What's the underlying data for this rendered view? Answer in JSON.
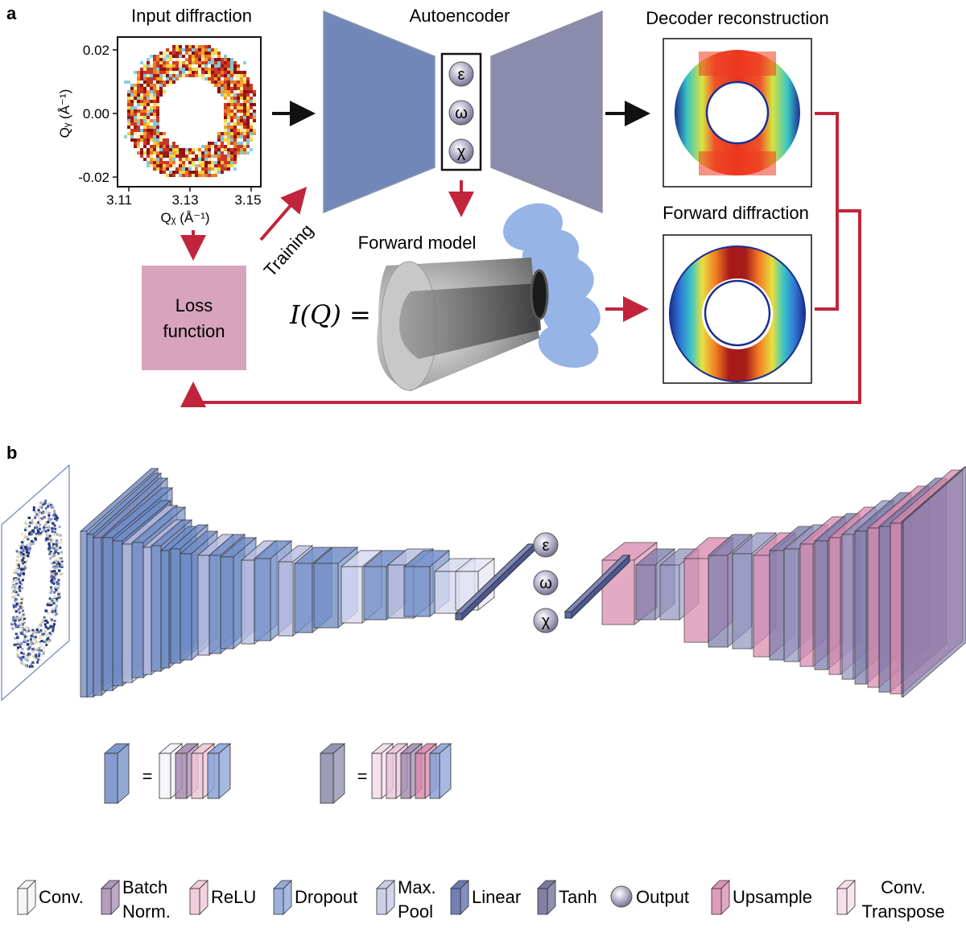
{
  "panel_a": {
    "label": "a",
    "input_title": "Input diffraction",
    "y_ticks": [
      "0.02",
      "0.00",
      "-0.02"
    ],
    "x_ticks": [
      "3.11",
      "3.13",
      "3.15"
    ],
    "y_axis_label": "Qᵧ (Å⁻¹)",
    "x_axis_label": "Qᵪ (Å⁻¹)",
    "autoencoder_title": "Autoencoder",
    "latent_symbols": [
      "ε",
      "ω",
      "χ"
    ],
    "decoder_title": "Decoder reconstruction",
    "forward_diffraction_title": "Forward diffraction",
    "forward_model_title": "Forward model",
    "loss_label_line1": "Loss",
    "loss_label_line2": "function",
    "training_label": "Training",
    "equation_lhs": "I(Q) =",
    "colors": {
      "arrow_red": "#c1253b",
      "encoder": "#7187b9",
      "decoder": "#8b8bab",
      "loss_box": "#d8a3bd"
    }
  },
  "panel_b": {
    "label": "b",
    "latent_symbols": [
      "ε",
      "ω",
      "χ"
    ],
    "equals": "=",
    "legend": [
      {
        "label": "Conv.",
        "icon": "conv-icon",
        "color": "#f4f4f8"
      },
      {
        "label": "Batch\nNorm.",
        "icon": "batch-norm-icon",
        "color": "#a58cb0"
      },
      {
        "label": "ReLU",
        "icon": "relu-icon",
        "color": "#efc6d6"
      },
      {
        "label": "Dropout",
        "icon": "dropout-icon",
        "color": "#8aa2d6"
      },
      {
        "label": "Max.\nPool",
        "icon": "maxpool-icon",
        "color": "#c4c7e3"
      },
      {
        "label": "Linear",
        "icon": "linear-icon",
        "color": "#5a6aa8"
      },
      {
        "label": "Tanh",
        "icon": "tanh-icon",
        "color": "#6c6a94"
      },
      {
        "label": "Output",
        "icon": "output-icon",
        "color": "#b8b8c8"
      },
      {
        "label": "Upsample",
        "icon": "upsample-icon",
        "color": "#d88aae"
      },
      {
        "label": "Conv.\nTranspose",
        "icon": "conv-transpose-icon",
        "color": "#f2dce8"
      }
    ]
  }
}
